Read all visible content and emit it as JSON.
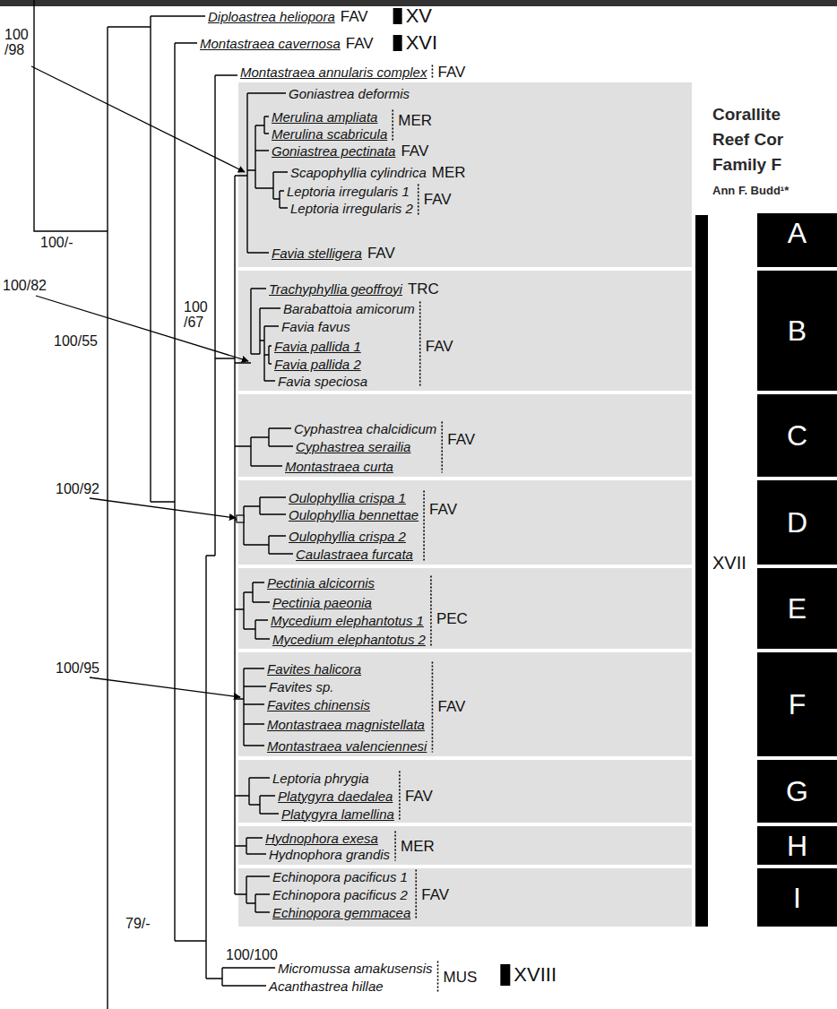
{
  "diagram": {
    "nodes": [
      {
        "text": [
          "Goniastrea deformis",
          "Merulina ampliata",
          "MER",
          "Merulina scabricula",
          "Goniastrea pectinata",
          "FAV",
          "Scapophyllia cylindrica",
          "MER",
          "Leptoria irregularis 1",
          "FAV",
          "Leptoria irregularis 2",
          "Favia stelligera",
          "FAV"
        ]
      },
      {
        "text": [
          "A"
        ]
      },
      {
        "text": [
          "Trachyphyllia geoffroyi",
          "TRC",
          "Barabattoia amicorum",
          "Favia favus",
          "Favia pallida 1",
          "FAV",
          "Favia pallida 2",
          "Favia speciosa"
        ]
      },
      {
        "text": [
          "B"
        ]
      },
      {
        "text": [
          "Cyphastrea chalcidicum",
          "FAV",
          "Cyphastrea serailia",
          "Montastraea curta"
        ]
      },
      {
        "text": [
          "C"
        ]
      },
      {
        "text": [
          "Oulophyllia crispa 1",
          "Oulophyllia bennettae",
          "FAV",
          "Oulophyllia crispa 2",
          "Caulastraea furcata"
        ]
      },
      {
        "text": [
          "D"
        ]
      },
      {
        "text": [
          "Pectinia alcicornis",
          "Pectinia paeonia",
          "Mycedium elephantotus 1",
          "PEC",
          "Mycedium elephantotus 2"
        ]
      },
      {
        "text": [
          "E"
        ]
      },
      {
        "text": [
          "Favites halicora",
          "Favites sp.",
          "Favites chinensis",
          "FAV",
          "Montastraea magnistellata",
          "Montastraea valenciennesi"
        ]
      },
      {
        "text": [
          "F"
        ]
      },
      {
        "text": [
          "Leptoria phrygia",
          "Platygyra daedalea",
          "FAV",
          "Platygyra lamellina"
        ]
      },
      {
        "text": [
          "G"
        ]
      },
      {
        "text": [
          "Hydnophora exesa",
          "MER",
          "Hydnophora grandis"
        ]
      },
      {
        "text": [
          "H"
        ]
      },
      {
        "text": [
          "Echinopora pacificus 1",
          "Echinopora pacificus 2",
          "FAV",
          "Echinopora gemmacea"
        ]
      },
      {
        "text": [
          "I"
        ]
      }
    ],
    "labels": [
      "Diploastrea heliopora",
      "FAV",
      "XV",
      "Montastraea cavernosa",
      "FAV",
      "XVI",
      "Corallite",
      "Reef Cor",
      "Family F",
      "Ann F. Budd¹*",
      "100 /98",
      "Montastraea annularis complex",
      "FAV",
      "100/-",
      "100/82",
      "100 /67",
      "100/55",
      "100/92",
      "XVII",
      "100/95",
      "79/-",
      "100/100",
      "Micromussa amakusensis",
      "MUS",
      "XVIII",
      "Acanthastrea hillae"
    ]
  }
}
